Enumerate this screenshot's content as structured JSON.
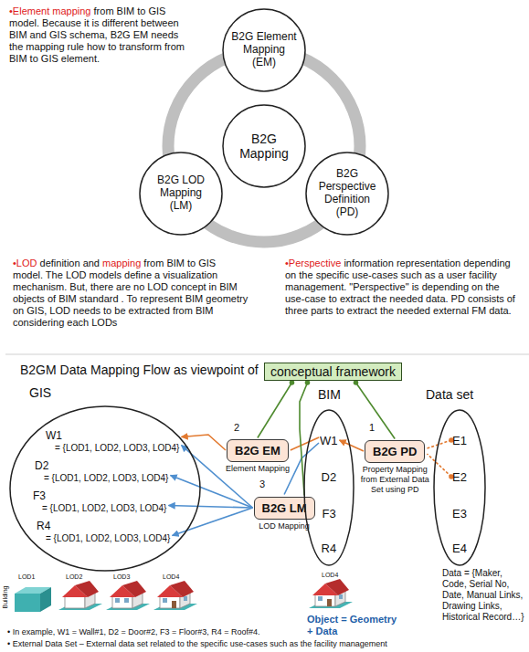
{
  "diagram": {
    "title": "B2GM Data Mapping Flow as viewpoint of",
    "nodes": [
      {
        "text": [
          "B2G Element Mapping (EM)"
        ]
      },
      {
        "text": [
          "B2G Mapping"
        ]
      },
      {
        "text": [
          "B2G LOD Mapping (LM)"
        ]
      },
      {
        "text": [
          "B2G Perspective Definition (PD)"
        ]
      },
      {
        "text": [
          "conceptual framework"
        ]
      },
      {
        "text": [
          "GIS"
        ]
      },
      {
        "text": [
          "W1",
          "= {LOD1, LOD2, LOD3, LOD4}"
        ],
        "in": 5
      },
      {
        "text": [
          "D2",
          "= {LOD1, LOD2, LOD3, LOD4}"
        ],
        "in": 5
      },
      {
        "text": [
          "F3",
          "= {LOD1, LOD2, LOD3, LOD4}"
        ],
        "in": 5
      },
      {
        "text": [
          "R4",
          "= {LOD1, LOD2, LOD3, LOD4}"
        ],
        "in": 5
      },
      {
        "text": [
          "B2G EM",
          "Element Mapping"
        ]
      },
      {
        "text": [
          "B2G LM",
          "LOD Mapping"
        ]
      },
      {
        "text": [
          "BIM"
        ]
      },
      {
        "text": [
          "W1"
        ],
        "in": 12
      },
      {
        "text": [
          "D2"
        ],
        "in": 12
      },
      {
        "text": [
          "F3"
        ],
        "in": 12
      },
      {
        "text": [
          "R4"
        ],
        "in": 12
      },
      {
        "text": [
          "B2G PD",
          "Property Mapping from External Data Set using PD"
        ]
      },
      {
        "text": [
          "Data set"
        ]
      },
      {
        "text": [
          "E1"
        ],
        "in": 18
      },
      {
        "text": [
          "E2"
        ],
        "in": 18
      },
      {
        "text": [
          "E3"
        ],
        "in": 18
      },
      {
        "text": [
          "E4"
        ],
        "in": 18
      }
    ],
    "edges": [
      {
        "from": 13,
        "to": 10,
        "arrow": "none"
      },
      {
        "from": 10,
        "to": 6,
        "arrow": "to"
      },
      {
        "from": 13,
        "to": 11,
        "arrow": "none"
      },
      {
        "from": 11,
        "to": 6,
        "arrow": "to"
      },
      {
        "from": 11,
        "to": 7,
        "arrow": "to"
      },
      {
        "from": 11,
        "to": 8,
        "arrow": "to"
      },
      {
        "from": 11,
        "to": 9,
        "arrow": "to"
      },
      {
        "from": 19,
        "to": 17,
        "arrow": "none"
      },
      {
        "from": 20,
        "to": 17,
        "arrow": "none"
      },
      {
        "from": 17,
        "to": 13,
        "arrow": "to"
      },
      {
        "from": 10,
        "to": 4,
        "arrow": "none"
      },
      {
        "from": 11,
        "to": 4,
        "arrow": "none"
      },
      {
        "from": 17,
        "to": 4,
        "arrow": "none"
      }
    ],
    "labels": [
      "•Element mapping",
      "from BIM to GIS model. Because it is different between BIM and GIS schema, B2G EM needs the mapping rule how to transform from BIM to GIS element.",
      "•LOD",
      "definition and",
      "mapping",
      "from BIM to GIS model. The LOD models define a visualization mechanism. But, there are no LOD concept in BIM objects of BIM standard . To represent BIM geometry on GIS, LOD needs to be extracted from BIM considering each LODs",
      "•Perspective",
      "information representation depending on the specific use-cases such as a user facility management. \"Perspective\" is depending on the use-case to extract the needed data. PD consists of three parts to extract the needed external FM data.",
      "2",
      "3",
      "1",
      "LOD1",
      "LOD2",
      "LOD3",
      "LOD4",
      "Building",
      "LOD4",
      "Object = Geometry + Data",
      "Data = {Maker, Code, Serial No, Date, Manual Links, Drawing Links, Historical Record…}",
      "• In example, W1 = Wall#1, D2 = Door#2, F3 = Floor#3, R4 = Roof#4.",
      "• External Data Set – External data set related to the specific use-cases such as the facility management"
    ]
  }
}
